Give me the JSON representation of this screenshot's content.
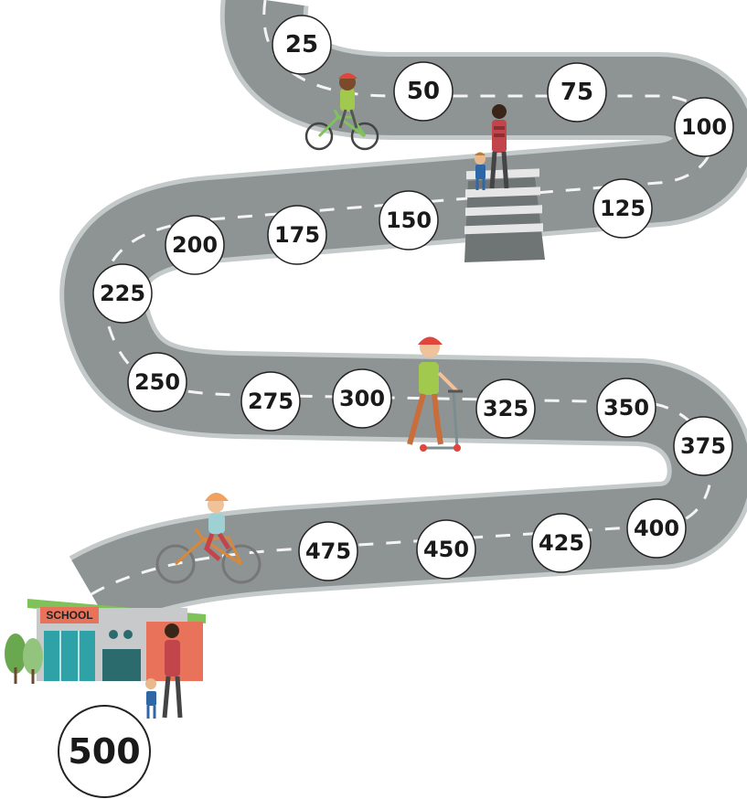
{
  "board": {
    "milestones": [
      "25",
      "50",
      "75",
      "100",
      "125",
      "150",
      "175",
      "200",
      "225",
      "250",
      "275",
      "300",
      "325",
      "350",
      "375",
      "400",
      "425",
      "450",
      "475"
    ],
    "finish": "500",
    "school_sign": "SCHOOL"
  },
  "colors": {
    "road": "#8e9394",
    "road_edge": "#c4c9ca",
    "lane_mark": "#f4f4f4",
    "circle_stroke": "#222222",
    "school_roof": "#7fc25a",
    "school_wall": "#c7c9cb",
    "school_accent": "#e8735a",
    "school_glass": "#2fa2a8",
    "tree": "#6aa84f"
  }
}
